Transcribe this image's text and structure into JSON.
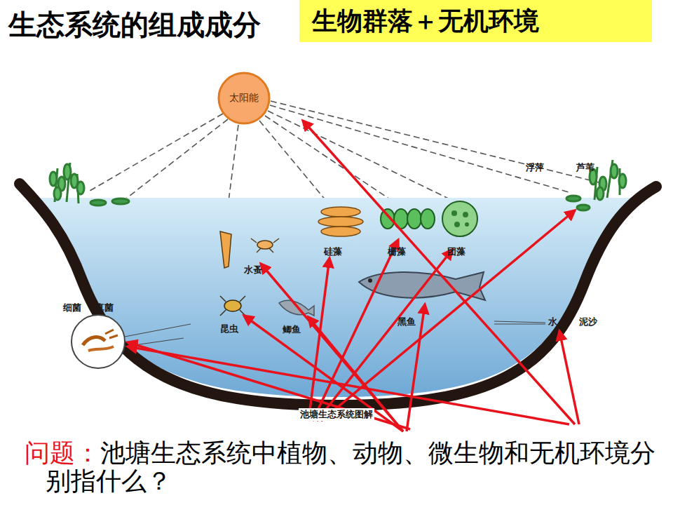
{
  "diagram": {
    "title": "生态系统的组成成分",
    "caption": "池塘生态系统图解",
    "nodes": [
      {
        "text": [
          "生物群落＋无机环境"
        ]
      },
      {
        "text": [
          "太阳能"
        ]
      }
    ],
    "labels": [
      "浮萍",
      "芦苇",
      "硅藻",
      "栅藻",
      "团藻",
      "水蚤",
      "细菌",
      "真菌",
      "昆虫",
      "鲫鱼",
      "黑鱼",
      "水",
      "泥沙",
      "问题：",
      "池塘生态系统中植物、动物、微生物和无机环境分别指什么？"
    ]
  }
}
